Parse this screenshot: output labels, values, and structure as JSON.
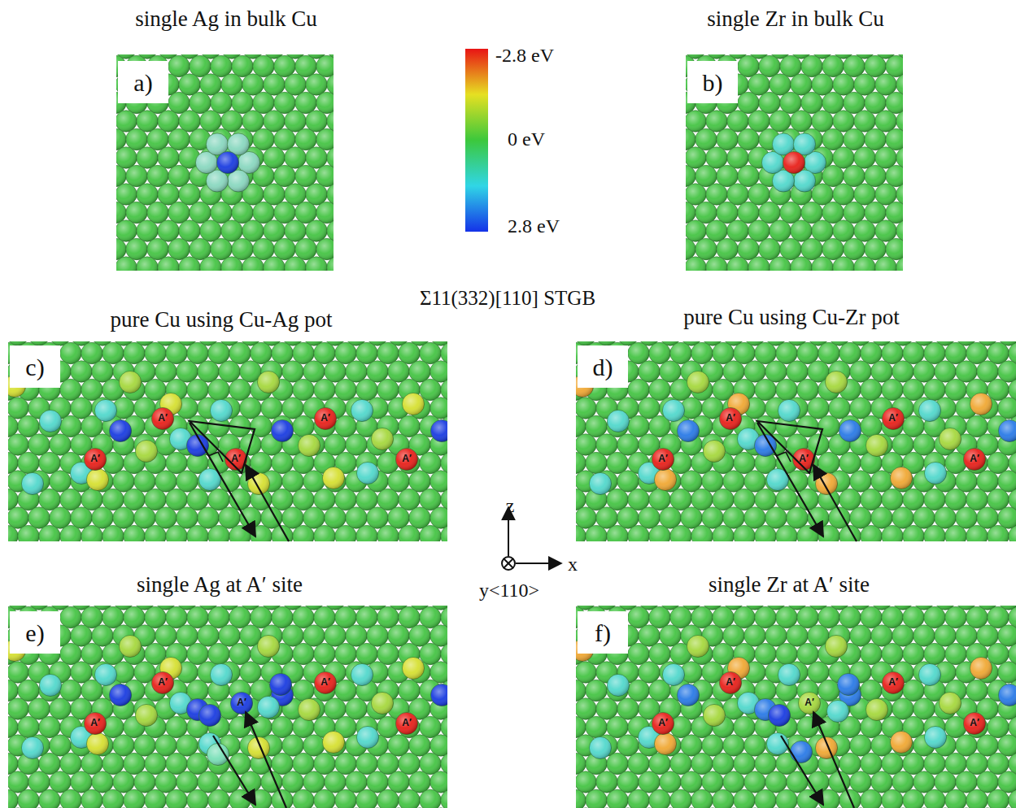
{
  "diagram": {
    "labels": [
      "single Ag in bulk Cu",
      "single Zr in bulk Cu",
      "a)",
      "b)",
      "-2.8 eV",
      "0 eV",
      "2.8 eV",
      "Σ11(332)[110] STGB",
      "pure Cu using Cu-Ag pot",
      "pure Cu using Cu-Zr pot",
      "c)",
      "A′",
      "A′",
      "A′",
      "A′",
      "A′",
      "d)",
      "A′",
      "A′",
      "A′",
      "A′",
      "A′",
      "z",
      "x",
      "y<110>",
      "single Ag at A′ site",
      "single Zr at A′ site",
      "e)",
      "A′",
      "A′",
      "A′",
      "A′",
      "A′",
      "f)",
      "A′",
      "A′",
      "A′",
      "A′",
      "A′"
    ]
  }
}
